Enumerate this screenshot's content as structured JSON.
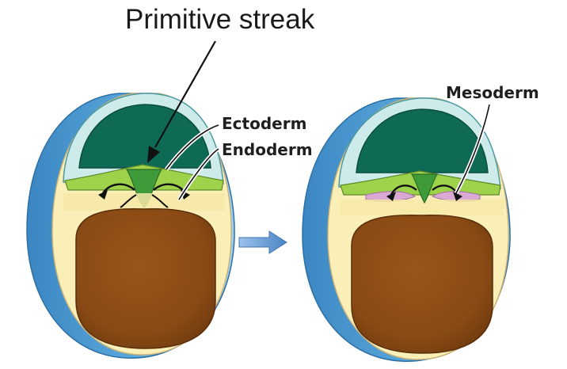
{
  "labels": {
    "primitive_streak": "Primitive streak",
    "ectoderm": "Ectoderm",
    "endoderm": "Endoderm",
    "mesoderm": "Mesoderm"
  },
  "colors": {
    "outer_rim": "#4f9fd3",
    "amniotic_cavity": "#cdebea",
    "epiblast_dark": "#0f6a55",
    "ectoderm_layer": "#9ed24a",
    "yolk_layer": "#fbefb8",
    "yolk_sac": "#8a4a14",
    "mesoderm": "#d9a9d3",
    "arrow": "#5f95cf"
  }
}
